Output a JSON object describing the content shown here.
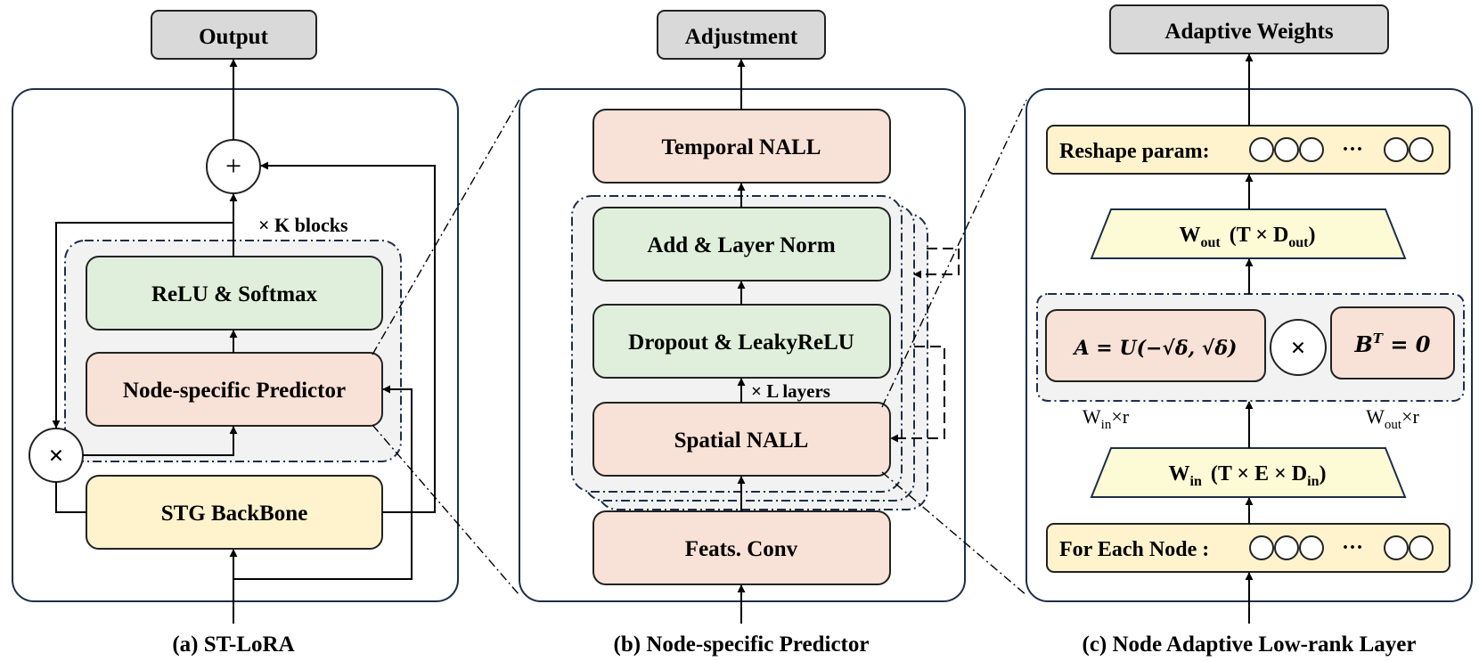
{
  "colors": {
    "panel_border": "#1c2e4a",
    "gray_box": "#d9d9d9",
    "pink_box": "#f8e1d6",
    "green_box": "#e0efdb",
    "yellow_box": "#fff3cd",
    "light_yellow": "#fdfbd6",
    "dash_region": "#f2f2f2"
  },
  "panel_a": {
    "caption": "(a) ST-LoRA",
    "output": "Output",
    "plus": "+",
    "times": "×",
    "repeat": "× K blocks",
    "relu": "ReLU & Softmax",
    "predictor": "Node-specific Predictor",
    "backbone": "STG BackBone"
  },
  "panel_b": {
    "caption": "(b) Node-specific Predictor",
    "output": "Adjustment",
    "temporal": "Temporal NALL",
    "addnorm": "Add & Layer Norm",
    "dropout": "Dropout & LeakyReLU",
    "repeat": "× L layers",
    "spatial": "Spatial NALL",
    "feats": "Feats. Conv"
  },
  "panel_c": {
    "caption": "(c) Node Adaptive Low-rank Layer",
    "output": "Adaptive Weights",
    "reshape": "Reshape param:",
    "dots": "···",
    "wout_w": "W",
    "wout_sub": "out",
    "wout_rest": "(T × D",
    "wout_close": ")",
    "a_eq": "A = U(−√δ, √δ)",
    "times": "×",
    "b_base": "B",
    "b_sup": "T",
    "b_rest": " = 0",
    "win_r_w": "W",
    "win_r_sub": "in",
    "win_r_rest": "×r",
    "wout_r_w": "W",
    "wout_r_sub": "out",
    "wout_r_rest": "×r",
    "win_w": "W",
    "win_sub": "in",
    "win_rest": "(T × E × D",
    "win_close": ")",
    "foreach": "For Each Node :"
  }
}
